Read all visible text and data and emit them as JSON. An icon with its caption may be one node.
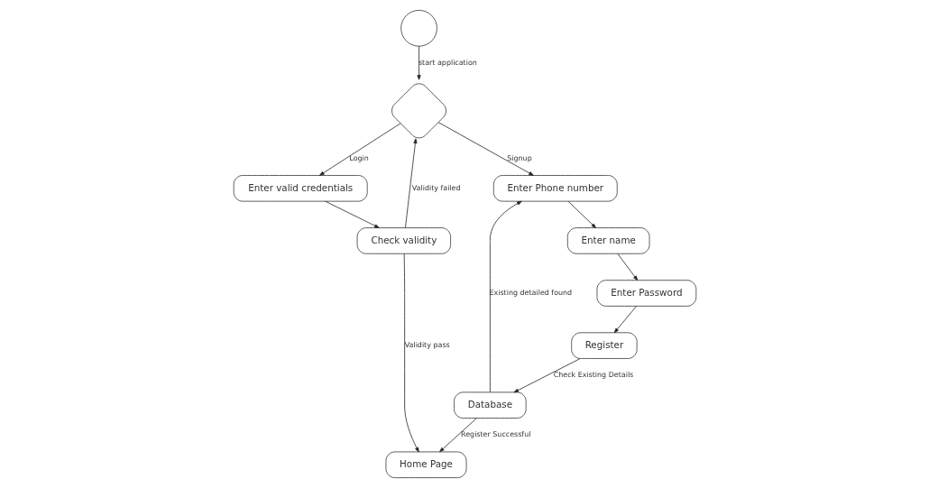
{
  "diagram": {
    "nodes": [
      {
        "text": [],
        "shape": "circle"
      },
      {
        "text": [],
        "shape": "diamond"
      },
      {
        "text": [
          "Enter valid credentials"
        ]
      },
      {
        "text": [
          "Check validity"
        ]
      },
      {
        "text": [
          "Enter Phone number"
        ]
      },
      {
        "text": [
          "Enter name"
        ]
      },
      {
        "text": [
          "Enter Password"
        ]
      },
      {
        "text": [
          "Register"
        ]
      },
      {
        "text": [
          "Database"
        ]
      },
      {
        "text": [
          "Home Page"
        ]
      }
    ],
    "edges": [
      {
        "from": 0,
        "to": 1,
        "arrow": "to",
        "label": "start application"
      },
      {
        "from": 1,
        "to": 2,
        "arrow": "to",
        "label": "Login"
      },
      {
        "from": 1,
        "to": 4,
        "arrow": "to",
        "label": "Signup"
      },
      {
        "from": 2,
        "to": 3,
        "arrow": "to"
      },
      {
        "from": 3,
        "to": 1,
        "arrow": "to",
        "label": "Validity failed"
      },
      {
        "from": 3,
        "to": 9,
        "arrow": "to",
        "label": "Validity pass"
      },
      {
        "from": 4,
        "to": 5,
        "arrow": "to"
      },
      {
        "from": 5,
        "to": 6,
        "arrow": "to"
      },
      {
        "from": 6,
        "to": 7,
        "arrow": "to"
      },
      {
        "from": 7,
        "to": 8,
        "arrow": "to",
        "label": "Check Existing Details"
      },
      {
        "from": 8,
        "to": 4,
        "arrow": "to",
        "label": "Existing detailed found"
      },
      {
        "from": 8,
        "to": 9,
        "arrow": "to",
        "label": "Register Successful"
      }
    ]
  }
}
